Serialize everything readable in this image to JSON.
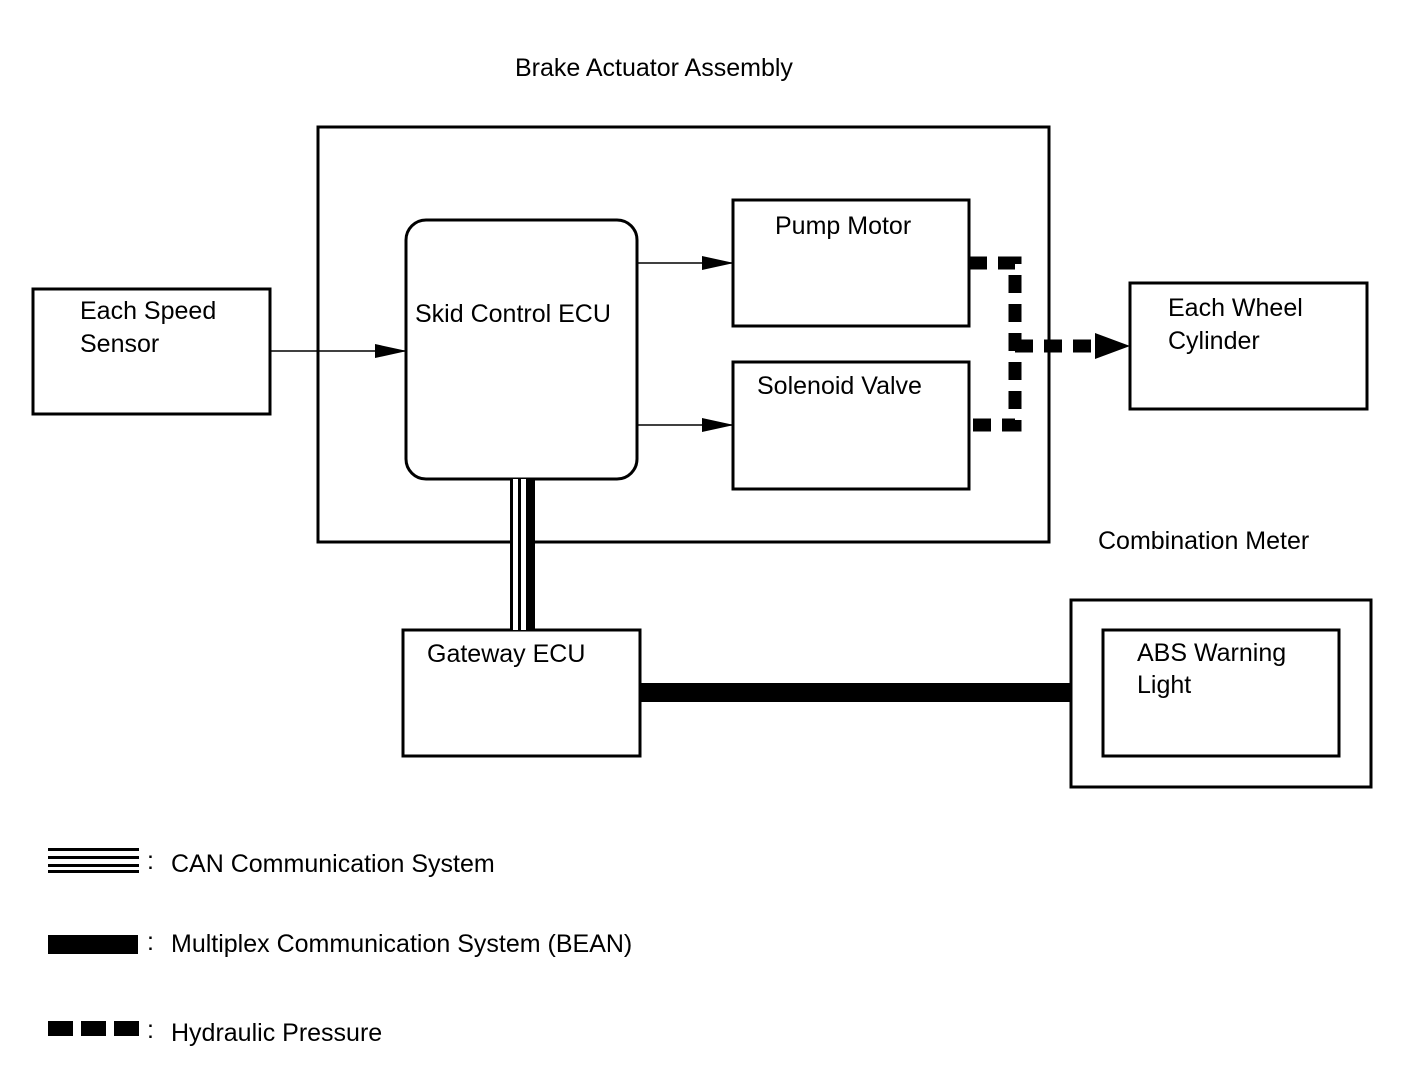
{
  "diagram": {
    "blocks": {
      "brake_actuator_title": "Brake Actuator Assembly",
      "speed_sensor": [
        "Each Speed",
        "Sensor"
      ],
      "skid_ecu": "Skid Control ECU",
      "pump_motor": "Pump Motor",
      "solenoid_valve": "Solenoid Valve",
      "wheel_cylinder": [
        "Each Wheel",
        "Cylinder"
      ],
      "gateway_ecu": "Gateway ECU",
      "combination_meter_title": "Combination Meter",
      "abs_warning_light": [
        "ABS Warning",
        "Light"
      ]
    },
    "legend": {
      "separator": ":",
      "can": "CAN Communication System",
      "bean": "Multiplex Communication System (BEAN)",
      "hydraulic": "Hydraulic Pressure"
    },
    "colors": {
      "ink": "#000000",
      "background": "#ffffff"
    }
  }
}
